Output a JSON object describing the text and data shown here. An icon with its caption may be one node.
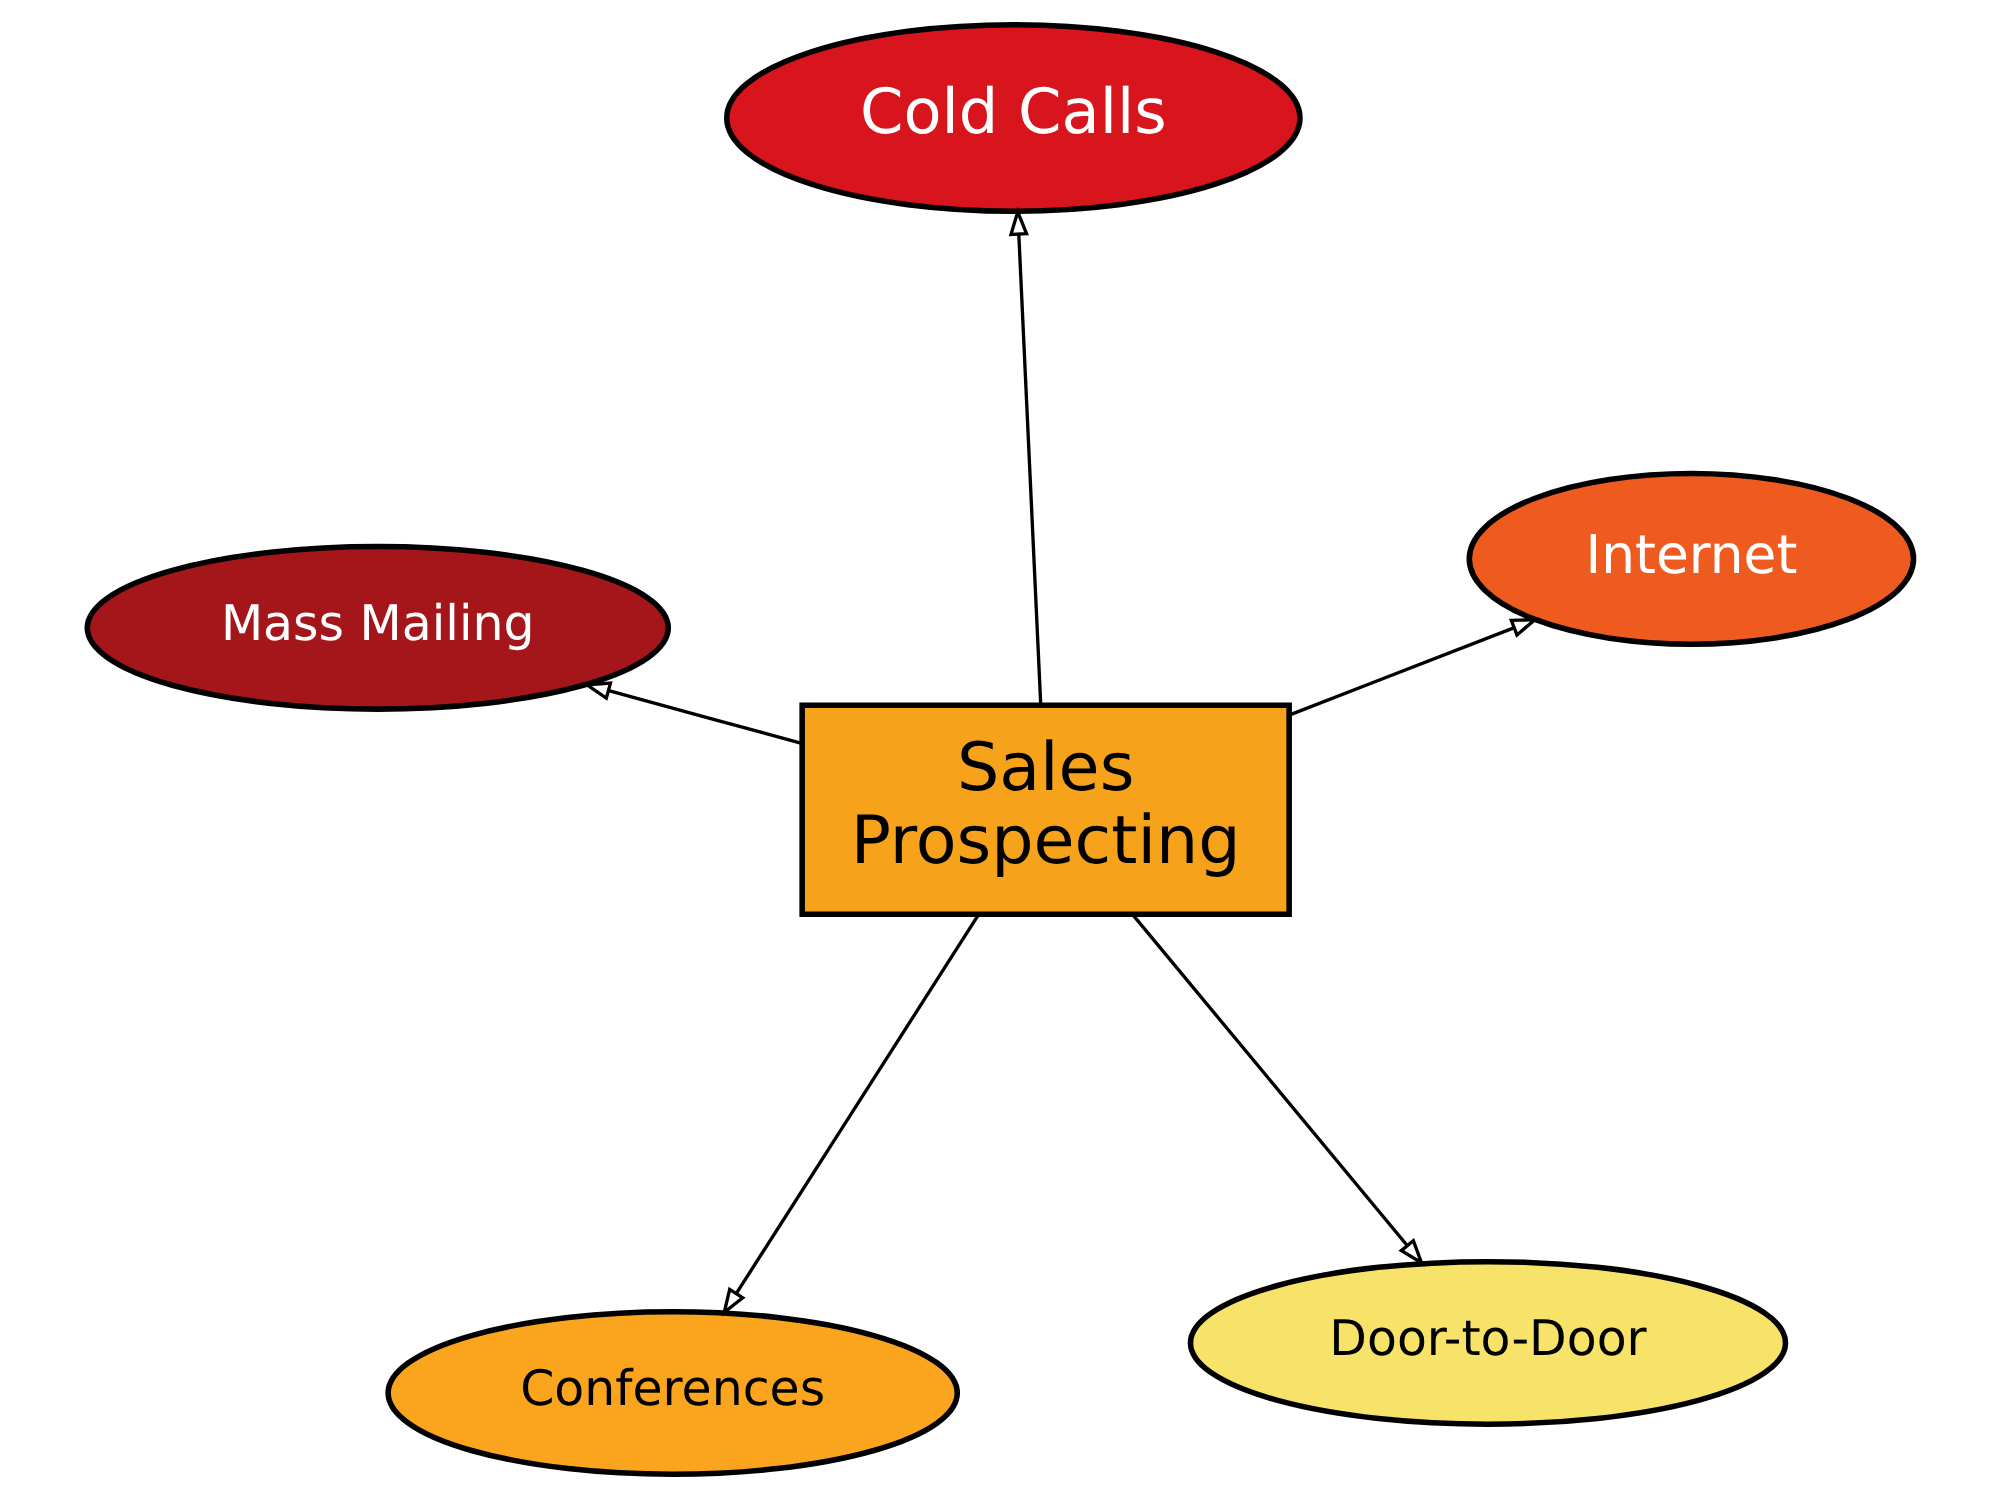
{
  "diagram": {
    "nodes": [
      {
        "text": [
          "Sales",
          "Prospecting"
        ]
      },
      {
        "text": [
          "Door-to-Door"
        ]
      },
      {
        "text": [
          "Conferences"
        ]
      },
      {
        "text": [
          "Mass Mailing"
        ]
      },
      {
        "text": [
          "Internet"
        ]
      },
      {
        "text": [
          "Cold Calls"
        ]
      }
    ],
    "edges": [
      {
        "from": 0,
        "to": 1,
        "arrow": "to"
      },
      {
        "from": 0,
        "to": 2,
        "arrow": "to"
      },
      {
        "from": 0,
        "to": 3,
        "arrow": "to"
      },
      {
        "from": 0,
        "to": 4,
        "arrow": "to"
      },
      {
        "from": 0,
        "to": 5,
        "arrow": "to"
      }
    ]
  }
}
